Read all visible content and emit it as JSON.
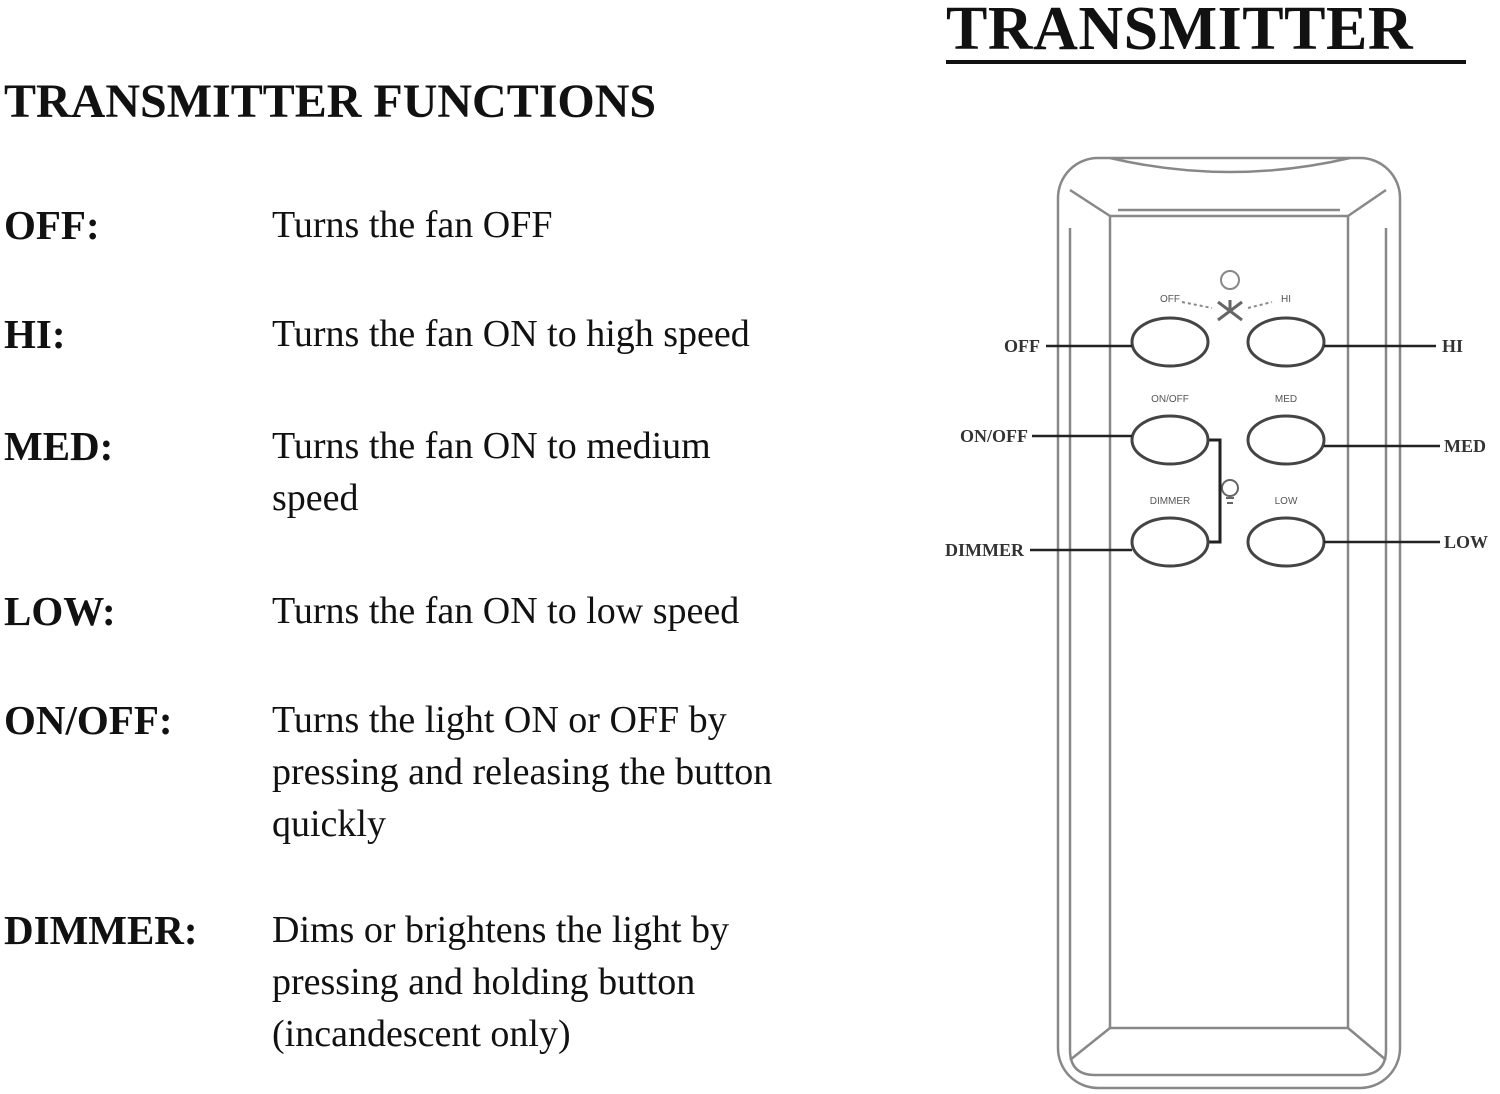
{
  "title": "TRANSMITTER",
  "section_heading": "TRANSMITTER FUNCTIONS",
  "functions": [
    {
      "label": "OFF:",
      "description": "Turns the fan OFF"
    },
    {
      "label": "HI:",
      "description": "Turns the fan ON to high speed"
    },
    {
      "label": "MED:",
      "description": "Turns the fan ON to medium speed"
    },
    {
      "label": "LOW:",
      "description": "Turns the fan ON to low speed"
    },
    {
      "label": "ON/OFF:",
      "description": "Turns the light ON or OFF by pressing and releasing the button quickly"
    },
    {
      "label": "DIMMER:",
      "description": "Dims or brightens the light by pressing and holding button (incandescent only)"
    }
  ],
  "diagram": {
    "callouts": {
      "off": "OFF",
      "on_off": "ON/OFF",
      "dimmer": "DIMMER",
      "hi": "HI",
      "med": "MED",
      "low": "LOW"
    },
    "button_labels": {
      "off": "OFF",
      "hi": "HI",
      "on_off": "ON/OFF",
      "med": "MED",
      "dimmer": "DIMMER",
      "low": "LOW"
    },
    "icons": [
      "fan-icon",
      "light-bulb-icon",
      "indicator-led-icon"
    ]
  }
}
